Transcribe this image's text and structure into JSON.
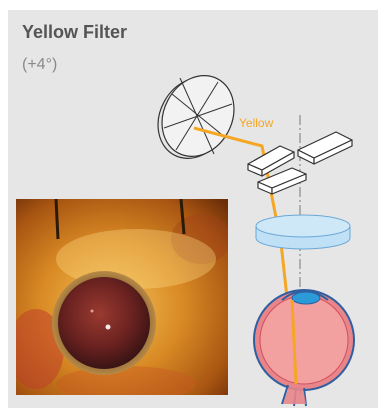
{
  "header": {
    "title": "Yellow Filter",
    "subtitle": "(+4°)"
  },
  "diagram": {
    "beam_label": "Yellow",
    "colors": {
      "beam": "#f5a623",
      "lens": "#a8d4f0",
      "eye_sclera": "#e8858a",
      "eye_outline": "#2f5fa0",
      "background": "#e6e6e6"
    },
    "icons": [
      "filter-wheel-icon",
      "mirror-prism-icon",
      "objective-lens-icon",
      "eye-cross-section-icon"
    ]
  },
  "photo": {
    "subject": "surgical-eye-view"
  }
}
